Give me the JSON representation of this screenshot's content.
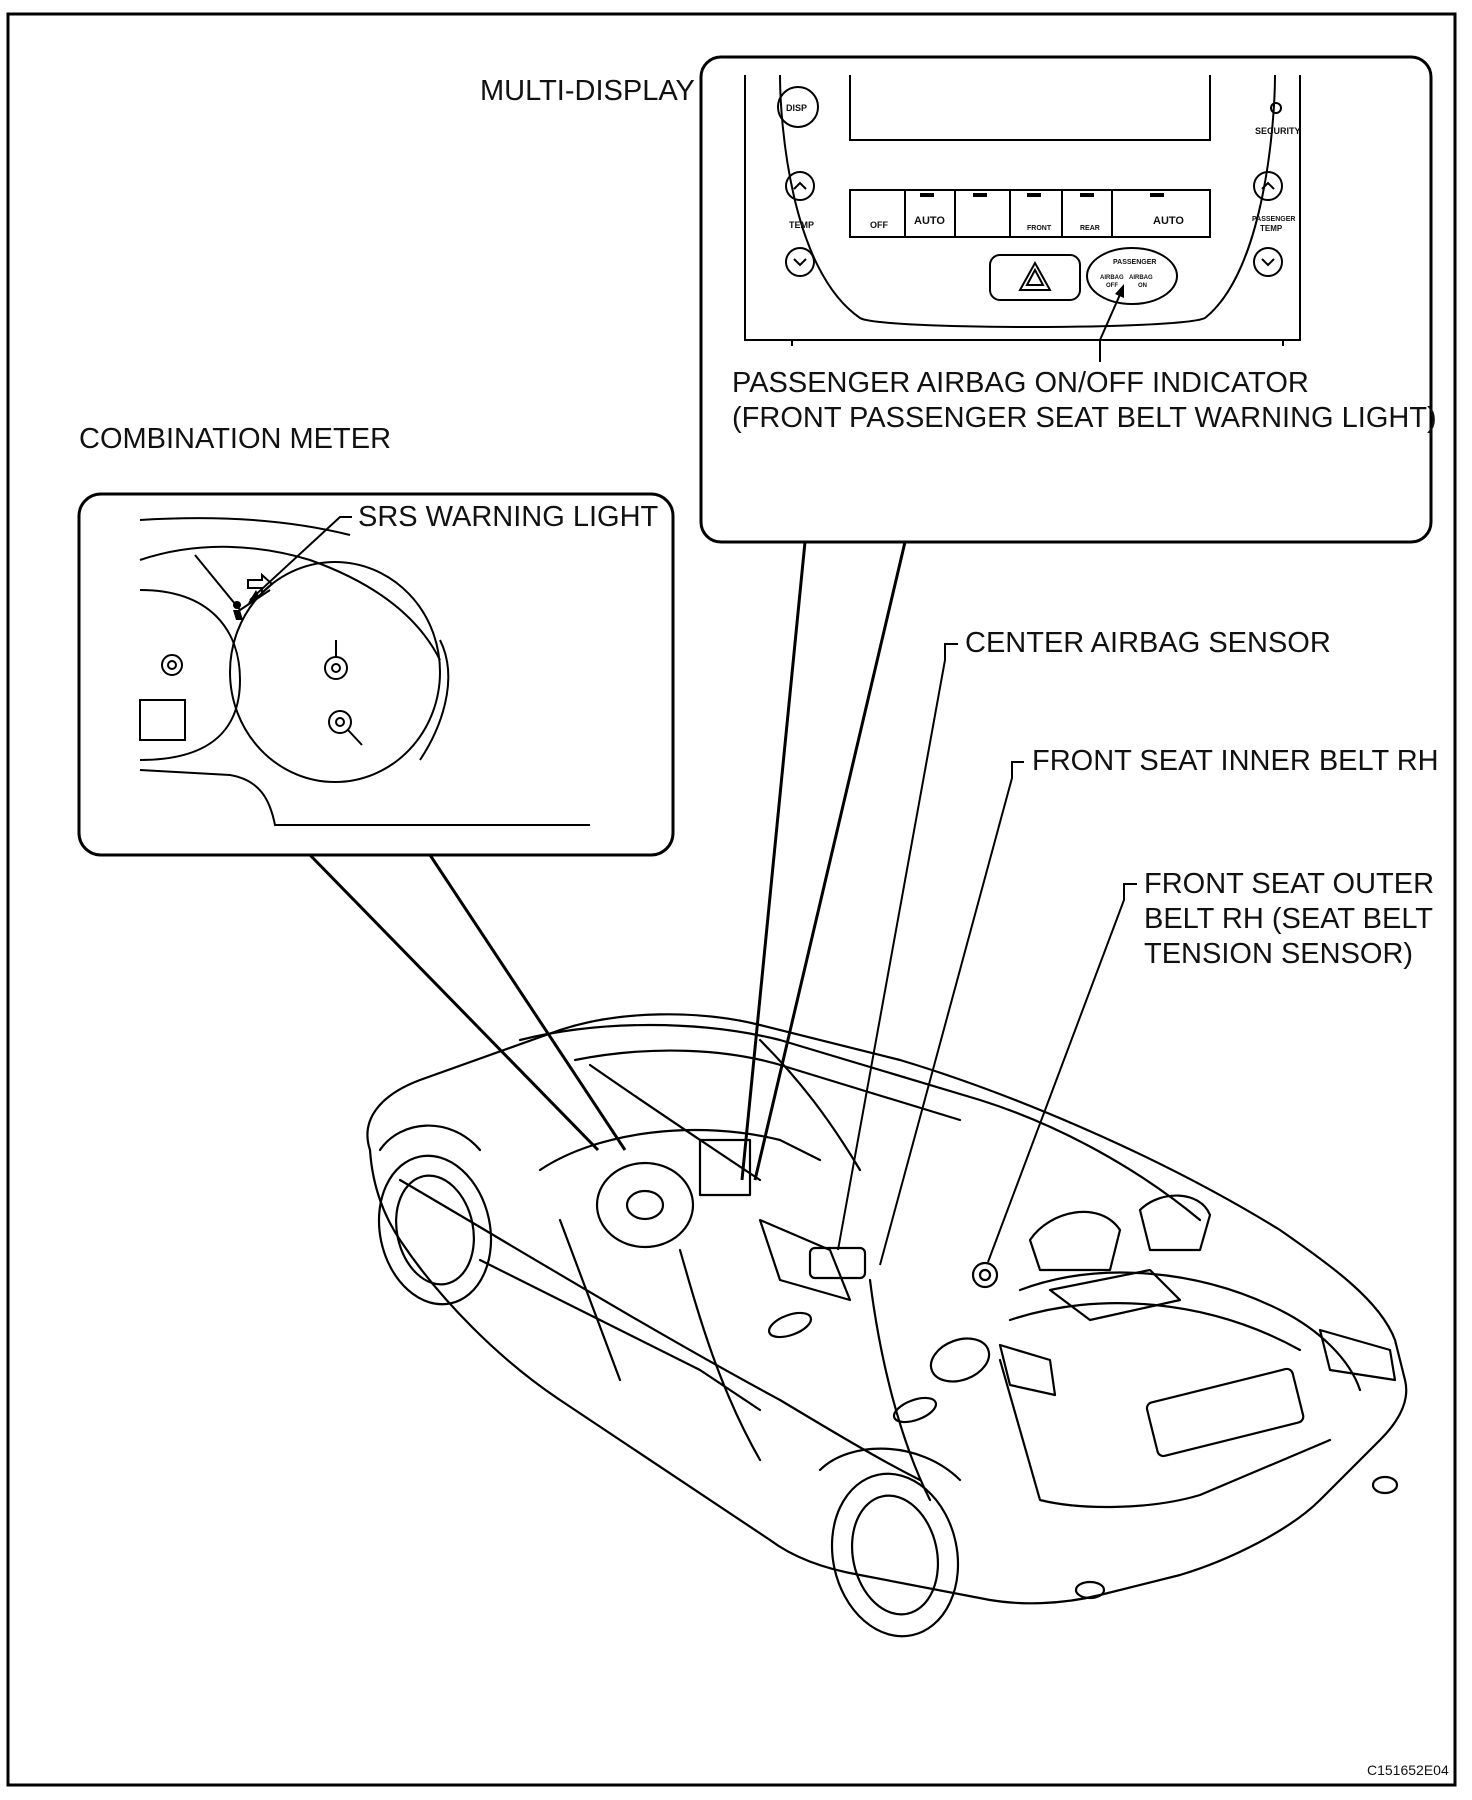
{
  "labels": {
    "multi_display": "MULTI-DISPLAY",
    "combination_meter": "COMBINATION METER",
    "srs_warning_light": "SRS WARNING LIGHT",
    "passenger_indicator_line1": "PASSENGER AIRBAG ON/OFF INDICATOR",
    "passenger_indicator_line2": "(FRONT PASSENGER SEAT BELT WARNING LIGHT)",
    "center_airbag_sensor": "CENTER AIRBAG SENSOR",
    "front_seat_inner_belt": "FRONT SEAT INNER BELT RH",
    "front_seat_outer_belt_line1": "FRONT SEAT OUTER",
    "front_seat_outer_belt_line2": "BELT RH (SEAT BELT",
    "front_seat_outer_belt_line3": "TENSION SENSOR)"
  },
  "panel": {
    "disp": "DISP",
    "security": "SECURITY",
    "temp": "TEMP",
    "passenger_temp_1": "PASSENGER",
    "passenger_temp_2": "TEMP",
    "off": "OFF",
    "auto": "AUTO",
    "auto2": "AUTO",
    "front": "FRONT",
    "rear": "REAR",
    "passenger": "PASSENGER",
    "airbag_off_1": "AIRBAG",
    "airbag_off_2": "OFF",
    "airbag_on_1": "AIRBAG",
    "airbag_on_2": "ON"
  },
  "figure_code": "C151652E04"
}
